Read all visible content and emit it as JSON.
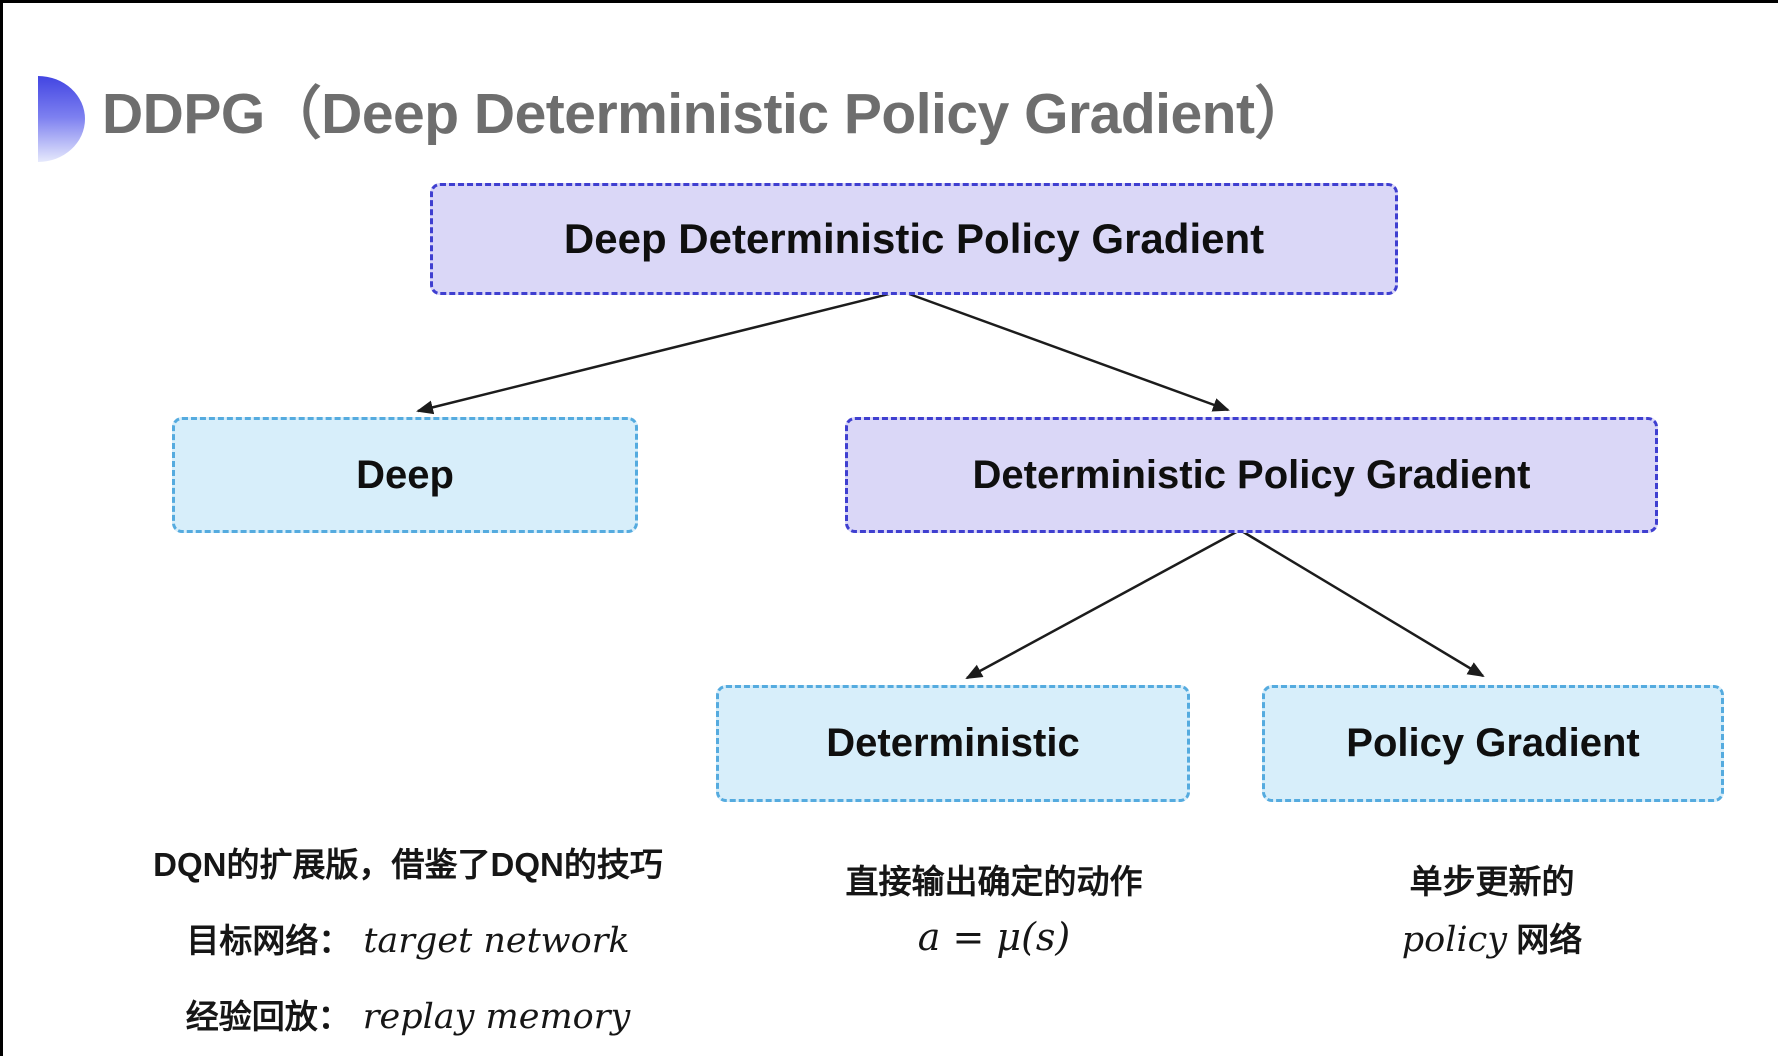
{
  "header": {
    "title": "DDPG（Deep Deterministic Policy Gradient）",
    "bullet_icon": "blue-half-circle"
  },
  "colors": {
    "purple_fill": "#dad7f7",
    "purple_border": "#3f3fd0",
    "cyan_fill": "#d7eefa",
    "cyan_border": "#55abdf",
    "title_gray": "#6e6e6e",
    "arrow": "#1c1c1c",
    "bullet_gradient_top": "#4245e2",
    "bullet_gradient_bottom": "#e6e9fc"
  },
  "tree": {
    "root": {
      "label": "Deep Deterministic Policy Gradient"
    },
    "deep": {
      "label": "Deep"
    },
    "dpg": {
      "label": "Deterministic Policy Gradient"
    },
    "deterministic": {
      "label": "Deterministic"
    },
    "policy_gradient": {
      "label": "Policy Gradient"
    }
  },
  "notes": {
    "deep": {
      "line1": "DQN的扩展版，借鉴了DQN的技巧",
      "target_label": "目标网络：",
      "target_value": "target network",
      "replay_label": "经验回放：",
      "replay_value": "replay memory"
    },
    "deterministic": {
      "line1": "直接输出确定的动作",
      "formula": "a = μ(s)"
    },
    "policy_gradient": {
      "line1": "单步更新的",
      "word_italic": "policy",
      "word_rest": "网络"
    }
  }
}
